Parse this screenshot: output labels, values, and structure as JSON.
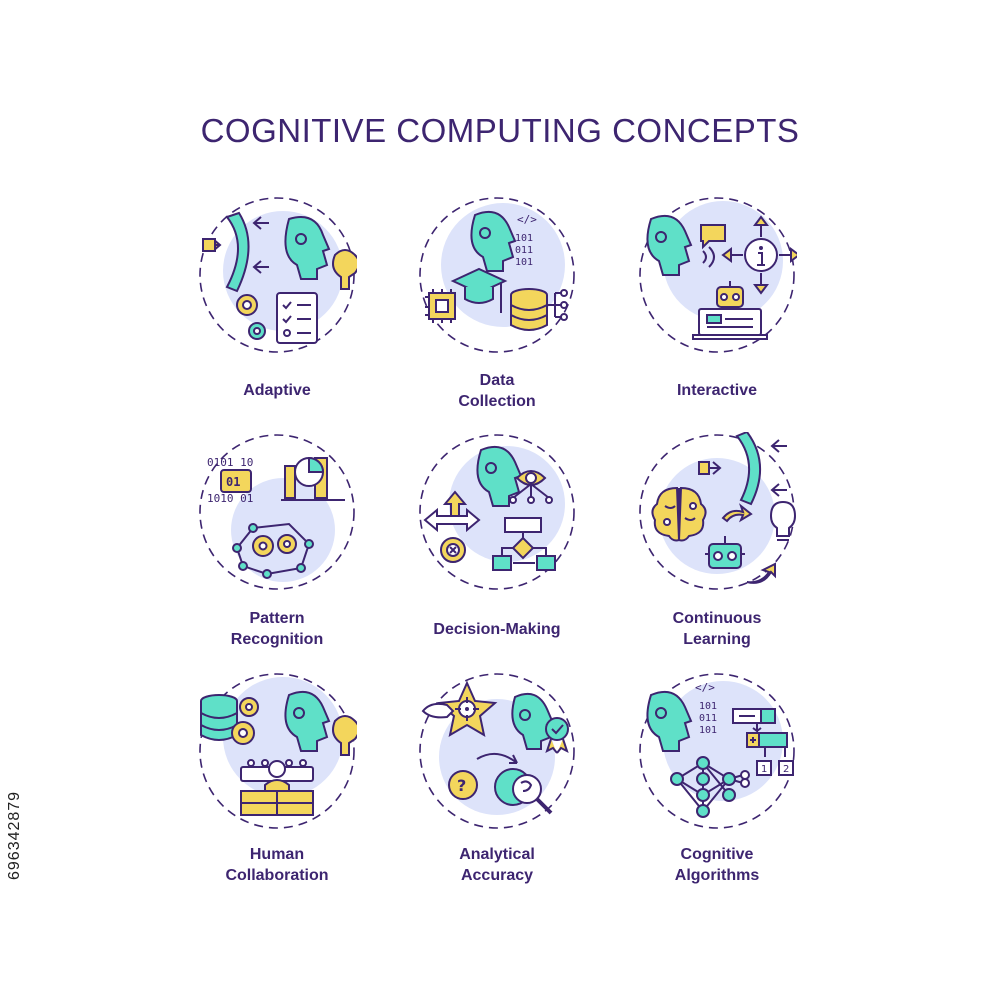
{
  "title": "COGNITIVE COMPUTING CONCEPTS",
  "stock_id": "696342879",
  "colors": {
    "outline": "#3d2570",
    "teal": "#5fe0c8",
    "yellow": "#f3d65c",
    "circle": "#dde3fa"
  },
  "concepts": [
    {
      "line1": "Adaptive",
      "line2": "",
      "icon": "adaptive-icon"
    },
    {
      "line1": "Data",
      "line2": "Collection",
      "icon": "data-collection-icon"
    },
    {
      "line1": "Interactive",
      "line2": "",
      "icon": "interactive-icon"
    },
    {
      "line1": "Pattern",
      "line2": "Recognition",
      "icon": "pattern-recognition-icon"
    },
    {
      "line1": "Decision-Making",
      "line2": "",
      "icon": "decision-making-icon"
    },
    {
      "line1": "Continuous",
      "line2": "Learning",
      "icon": "continuous-learning-icon"
    },
    {
      "line1": "Human",
      "line2": "Collaboration",
      "icon": "human-collaboration-icon"
    },
    {
      "line1": "Analytical",
      "line2": "Accuracy",
      "icon": "analytical-accuracy-icon"
    },
    {
      "line1": "Cognitive",
      "line2": "Algorithms",
      "icon": "cognitive-algorithms-icon"
    }
  ]
}
